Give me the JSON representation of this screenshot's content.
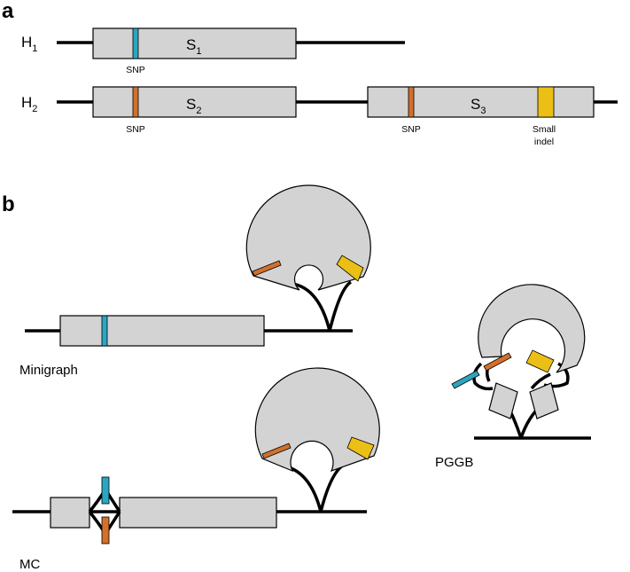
{
  "panel_a": {
    "label": "a",
    "haplotype_1": {
      "letter": "H",
      "sub": "1"
    },
    "haplotype_2": {
      "letter": "H",
      "sub": "2"
    },
    "segment_1": {
      "letter": "S",
      "sub": "1"
    },
    "segment_2": {
      "letter": "S",
      "sub": "2"
    },
    "segment_3": {
      "letter": "S",
      "sub": "3"
    },
    "snp_label": "SNP",
    "indel_label_line1": "Small",
    "indel_label_line2": "indel"
  },
  "panel_b": {
    "label": "b",
    "graphs": [
      "Minigraph",
      "MC",
      "PGGB"
    ]
  },
  "colors": {
    "segment_fill": "#d3d3d3",
    "snp_cyan": "#2ba6c1",
    "snp_orange": "#d2702c",
    "indel_yellow": "#ecbf17"
  }
}
